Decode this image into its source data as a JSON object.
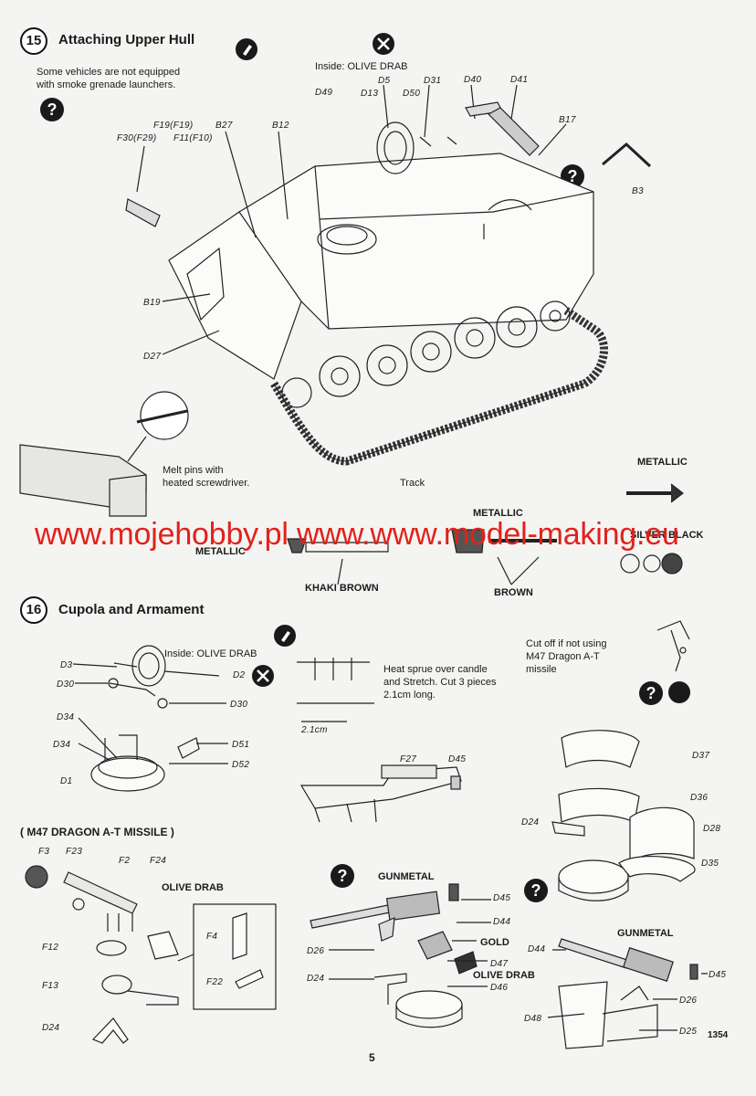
{
  "step15": {
    "number": "15",
    "title": "Attaching Upper Hull",
    "note_smoke": "Some vehicles are not equipped\nwith smoke grenade launchers.",
    "inside_label": "Inside: OLIVE DRAB",
    "melt_note": "Melt pins with\nheated screwdriver.",
    "track_label": "Track",
    "parts": [
      "D5",
      "D31",
      "D40",
      "D41",
      "D49",
      "D13",
      "D50",
      "B17",
      "F19(F19)",
      "B27",
      "B12",
      "F30(F29)",
      "F11(F10)",
      "B3",
      "B19",
      "D27"
    ],
    "colors": {
      "metallic_1": "METALLIC",
      "metallic_2": "METALLIC",
      "metallic_3": "METALLIC",
      "khaki_brown": "KHAKI BROWN",
      "brown": "BROWN",
      "silver_black": "SILVER BLACK"
    }
  },
  "watermark": "www.mojehobby.pl www.www.model-making.eu",
  "step16": {
    "number": "16",
    "title": "Cupola and Armament",
    "inside_label": "Inside: OLIVE DRAB",
    "heat_note": "Heat sprue over candle\nand Stretch. Cut 3 pieces\n2.1cm long.",
    "measure_label": "2.1cm",
    "cut_note": "Cut off if not using\nM47 Dragon  A-T\nmissile",
    "missile_title": "( M47 DRAGON A-T MISSILE )",
    "cupola_parts": [
      "D3",
      "D2",
      "D30",
      "D30",
      "D34",
      "D51",
      "D34",
      "D52",
      "D1"
    ],
    "mg_parts": [
      "F27",
      "D45"
    ],
    "shield_parts": [
      "D37",
      "D36",
      "D24",
      "D28",
      "D35"
    ],
    "missile_parts": [
      "F3",
      "F23",
      "F2",
      "F24",
      "F4",
      "F12",
      "F22",
      "F13",
      "D24"
    ],
    "gun_parts": [
      "D45",
      "D44",
      "D26",
      "D47",
      "D24",
      "D46"
    ],
    "gun2_parts": [
      "D44",
      "D45",
      "D26",
      "D48",
      "D25"
    ],
    "colors": {
      "olive_drab": "OLIVE DRAB",
      "gunmetal_1": "GUNMETAL",
      "gold": "GOLD",
      "olive_drab_2": "OLIVE DRAB",
      "gunmetal_2": "GUNMETAL"
    }
  },
  "footer": {
    "page_number": "5",
    "code": "1354"
  }
}
